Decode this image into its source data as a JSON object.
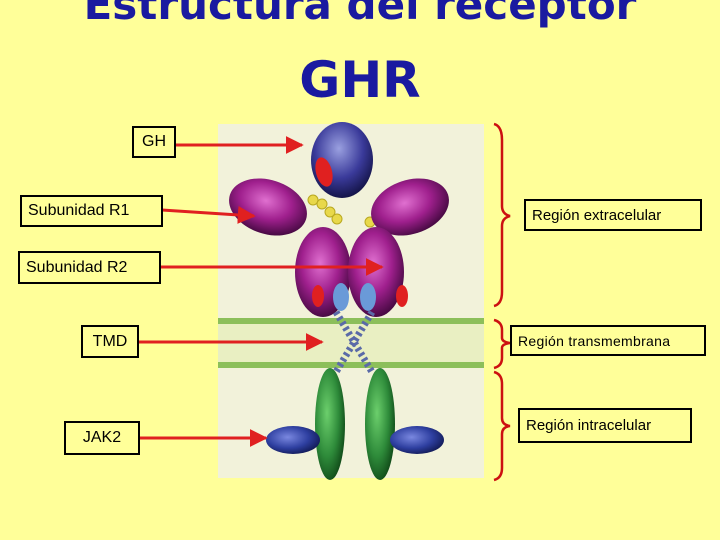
{
  "title": {
    "line1": "Estructura del receptor",
    "line2": "GHR"
  },
  "labels": {
    "gh": "GH",
    "r1": "Subunidad R1",
    "r2": "Subunidad R2",
    "tmd": "TMD",
    "jak2": "JAK2"
  },
  "regions": {
    "extracellular": "Región extracelular",
    "transmembrane": "Región transmembrana",
    "intracellular": "Región intracelular"
  },
  "colors": {
    "background": "#FFFF99",
    "title": "#1a1aa0",
    "arrow": "#E02020",
    "bracket": "#CC1111",
    "receptor": "#8B1A7A",
    "hormone": "#3A3A9A",
    "membrane": "#8CBF5A",
    "jak": "#2E3FA0",
    "intracellular_domain": "#2E8B3A"
  }
}
